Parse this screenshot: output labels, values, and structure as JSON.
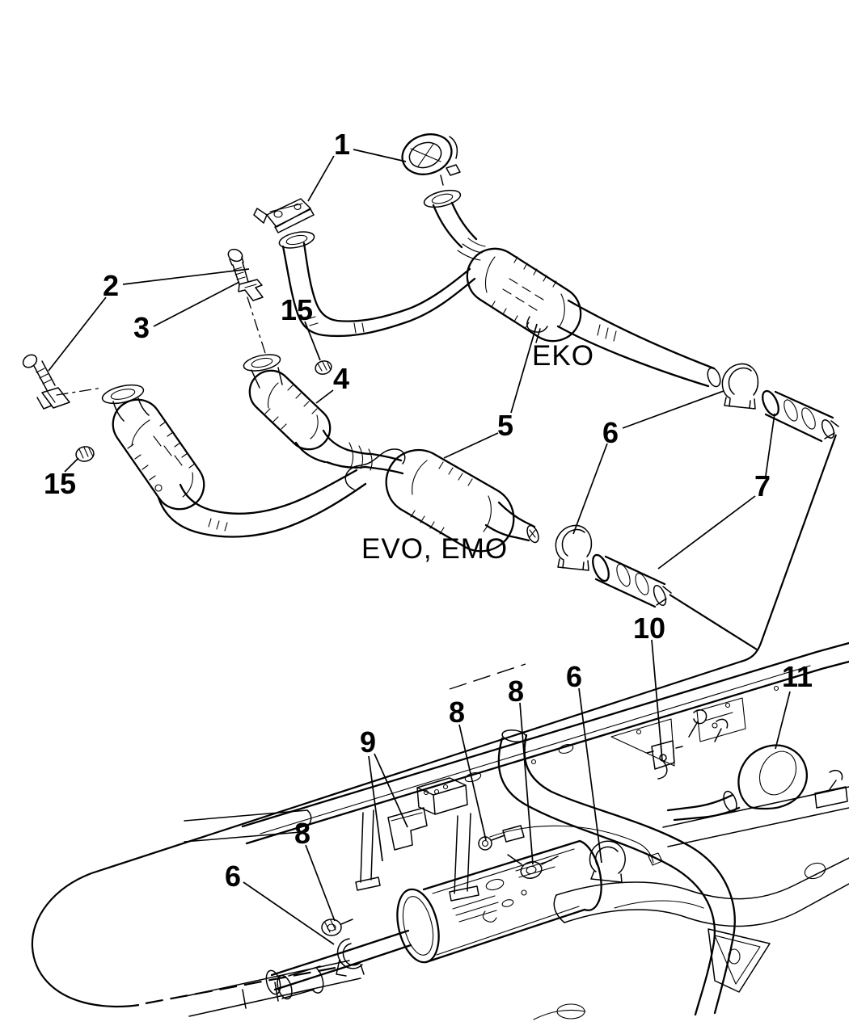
{
  "diagram": {
    "background_color": "#ffffff",
    "line_color": "#000000",
    "variant_labels": [
      {
        "text": "EKO"
      },
      {
        "text": "EVO, EMO"
      }
    ],
    "callouts": [
      {
        "label": "1"
      },
      {
        "label": "2"
      },
      {
        "label": "3"
      },
      {
        "label": "15"
      },
      {
        "label": "15"
      },
      {
        "label": "4"
      },
      {
        "label": "5"
      },
      {
        "label": "6"
      },
      {
        "label": "7"
      },
      {
        "label": "10"
      },
      {
        "label": "8"
      },
      {
        "label": "8"
      },
      {
        "label": "6"
      },
      {
        "label": "9"
      },
      {
        "label": "8"
      },
      {
        "label": "6"
      },
      {
        "label": "11"
      }
    ]
  }
}
